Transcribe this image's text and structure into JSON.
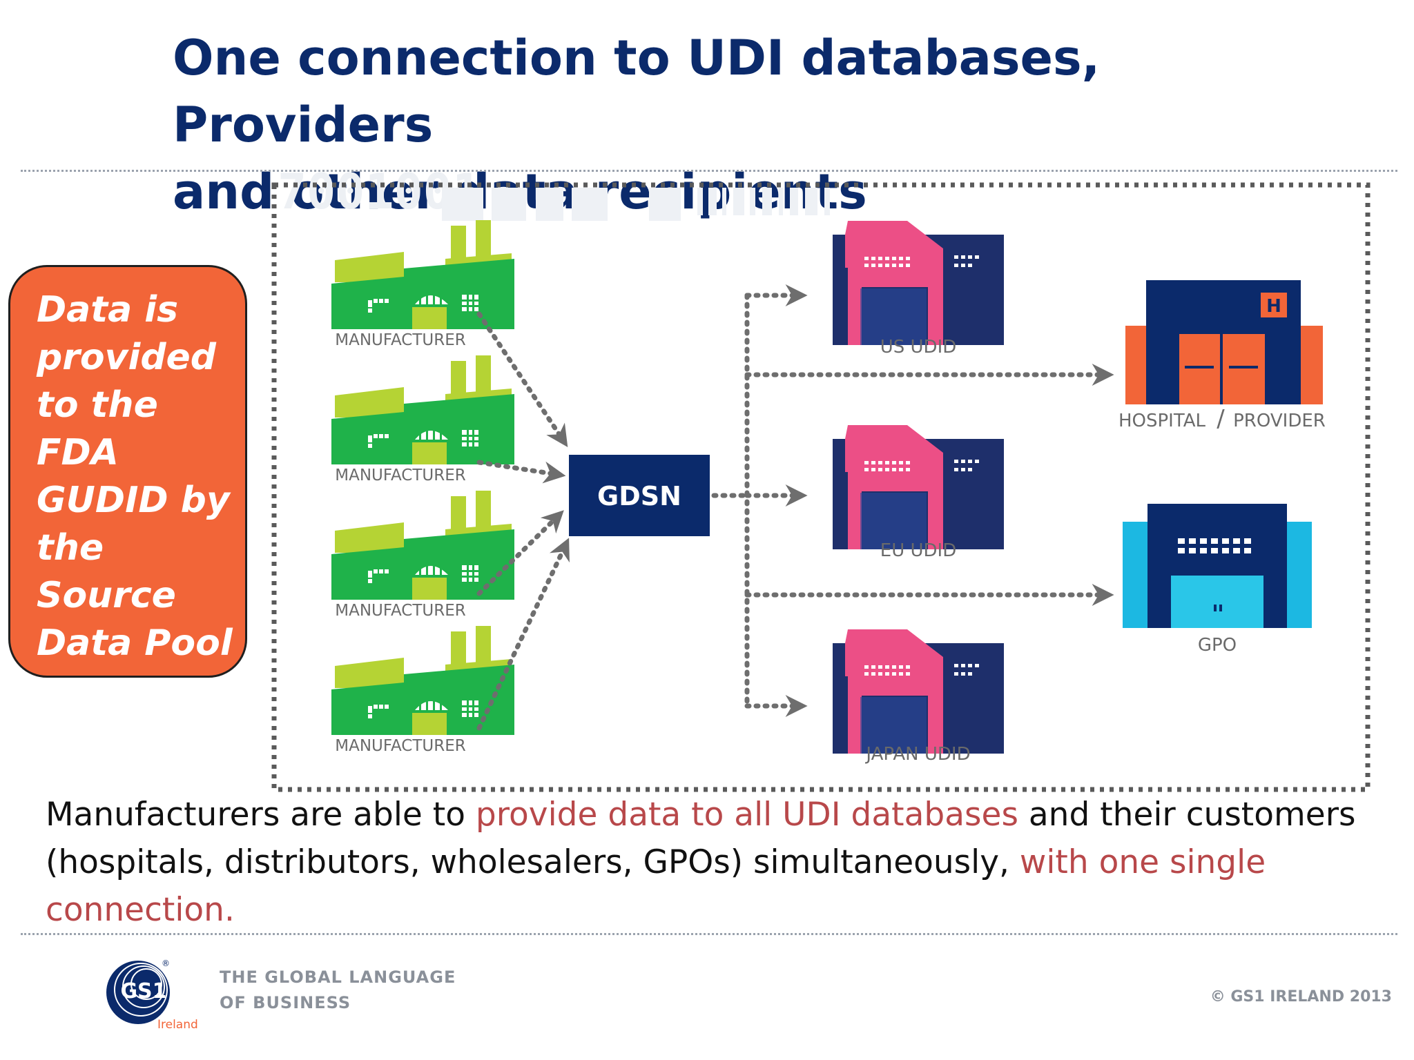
{
  "title": {
    "line1": "One connection to UDI databases, Providers",
    "line2": "and other data recipients"
  },
  "callout": {
    "lines": [
      "Data is",
      "provided",
      "to the",
      "FDA",
      "GUDID by",
      "the",
      "Source",
      "Data Pool"
    ]
  },
  "diagram": {
    "watermark": "7001001",
    "manufacturers": [
      "MANUFACTURER",
      "MANUFACTURER",
      "MANUFACTURER",
      "MANUFACTURER"
    ],
    "hub": "GDSN",
    "databases": [
      "US UDID",
      "EU UDID",
      "JAPAN UDID"
    ],
    "hospital": {
      "label_left": "HOSPITAL",
      "separator": "/",
      "label_right": "PROVIDER",
      "badge": "H"
    },
    "gpo": "GPO"
  },
  "caption": {
    "part1": "Manufacturers are able to ",
    "part2": "provide data to all UDI databases",
    "part3": " and their customers (hospitals, distributors, wholesalers, GPOs) simultaneously, ",
    "part4": "with one single connection."
  },
  "footer": {
    "logo_text": "GS1",
    "logo_registered": "®",
    "logo_sub": "Ireland",
    "tagline_line1": "THE GLOBAL LANGUAGE",
    "tagline_line2": "OF BUSINESS",
    "copyright": "© GS1 IRELAND 2013"
  },
  "colors": {
    "title": "#0b2a6b",
    "callout": "#f26538",
    "factory_green": "#1fb24a",
    "factory_lime": "#b5d334",
    "database_pink": "#ec4f86",
    "database_navy": "#1e2f6b",
    "hub_navy": "#0b2a6b",
    "hospital_orange": "#f26538",
    "gpo_cyan": "#1cb8e2",
    "caption_highlight": "#b8484a",
    "connector_gray": "#6e6e6e"
  }
}
